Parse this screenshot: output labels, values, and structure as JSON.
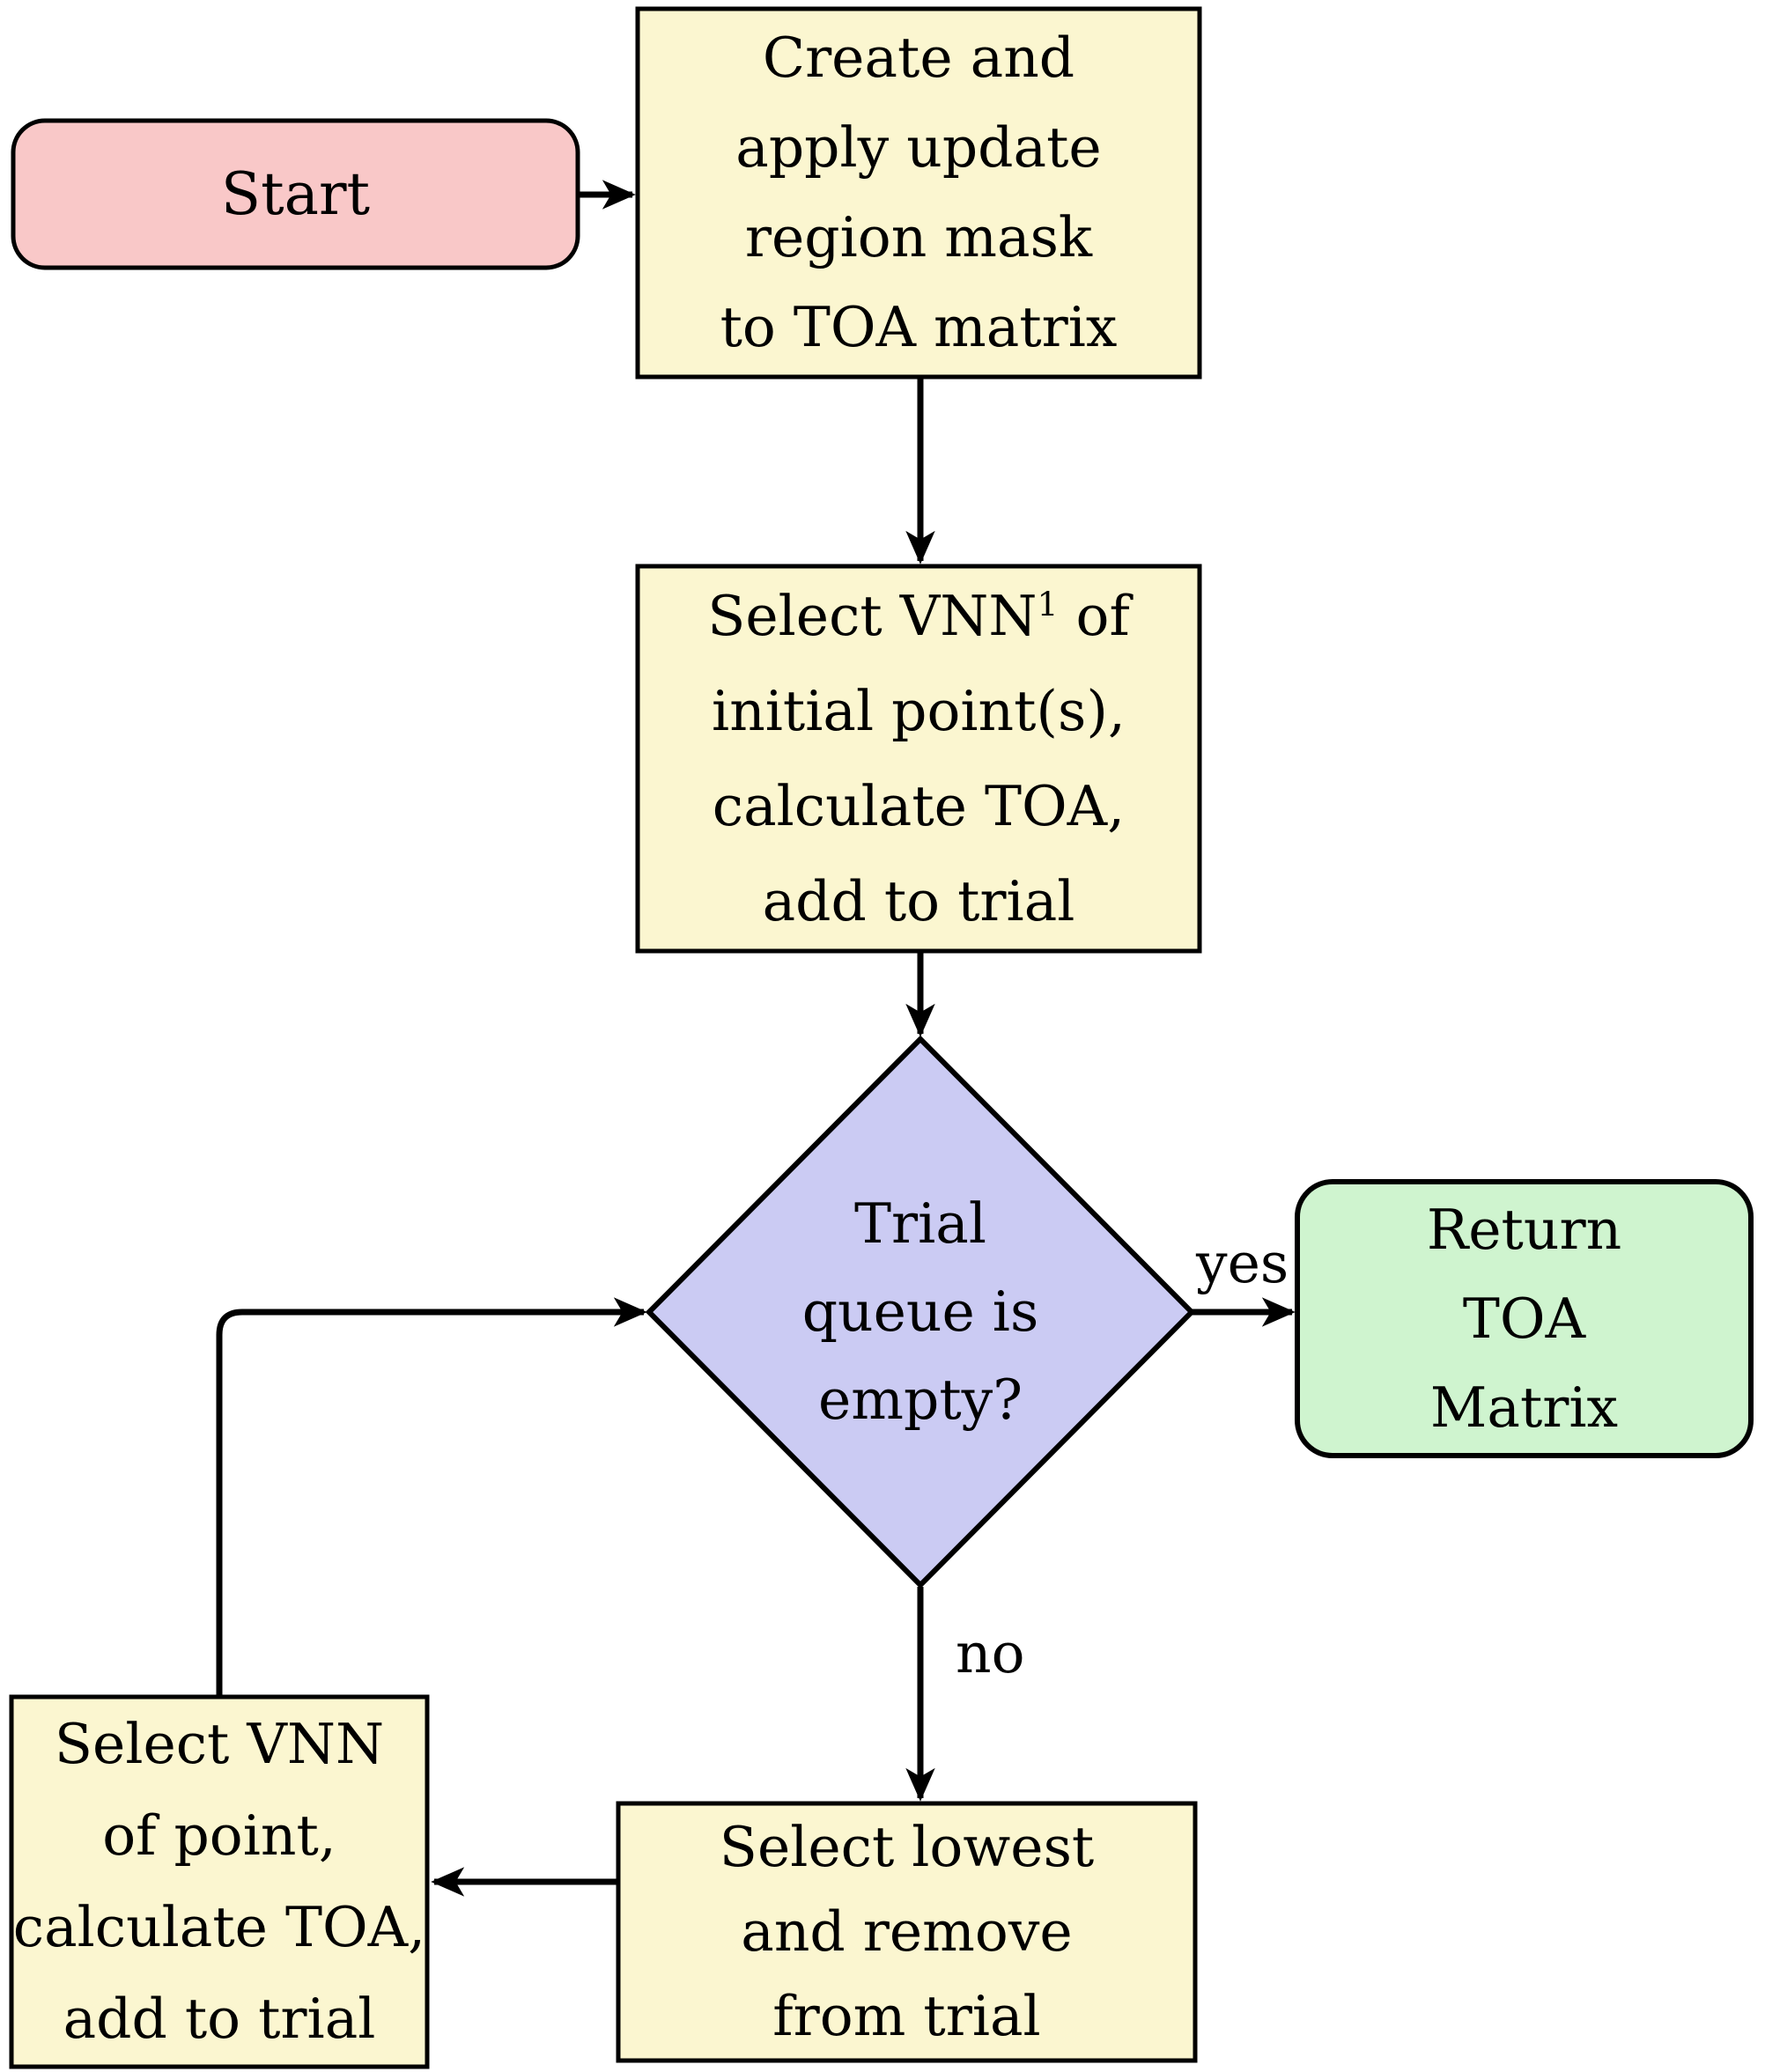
{
  "colors": {
    "start_fill": "#f9c8c8",
    "process_fill": "#fbf6d0",
    "decision_fill": "#cbcbf3",
    "terminal_fill": "#cff4cf",
    "stroke": "#000000"
  },
  "nodes": {
    "start": {
      "label": "Start"
    },
    "create_mask": {
      "lines": [
        "Create and",
        "apply update",
        "region mask",
        "to TOA matrix"
      ]
    },
    "select_vnn_initial": {
      "line1": {
        "pre": "Select VNN",
        "sup": "1",
        "post": " of"
      },
      "rest": [
        "initial point(s),",
        "calculate TOA,",
        "add to trial"
      ]
    },
    "trial_queue": {
      "lines": [
        "Trial",
        "queue is",
        "empty?"
      ]
    },
    "return_toa": {
      "lines": [
        "Return",
        "TOA",
        "Matrix"
      ]
    },
    "select_lowest": {
      "lines": [
        "Select lowest",
        "and remove",
        "from trial"
      ]
    },
    "select_vnn_point": {
      "lines": [
        "Select VNN",
        "of point,",
        "calculate TOA,",
        "add to trial"
      ]
    }
  },
  "edge_labels": {
    "yes": "yes",
    "no": "no"
  }
}
